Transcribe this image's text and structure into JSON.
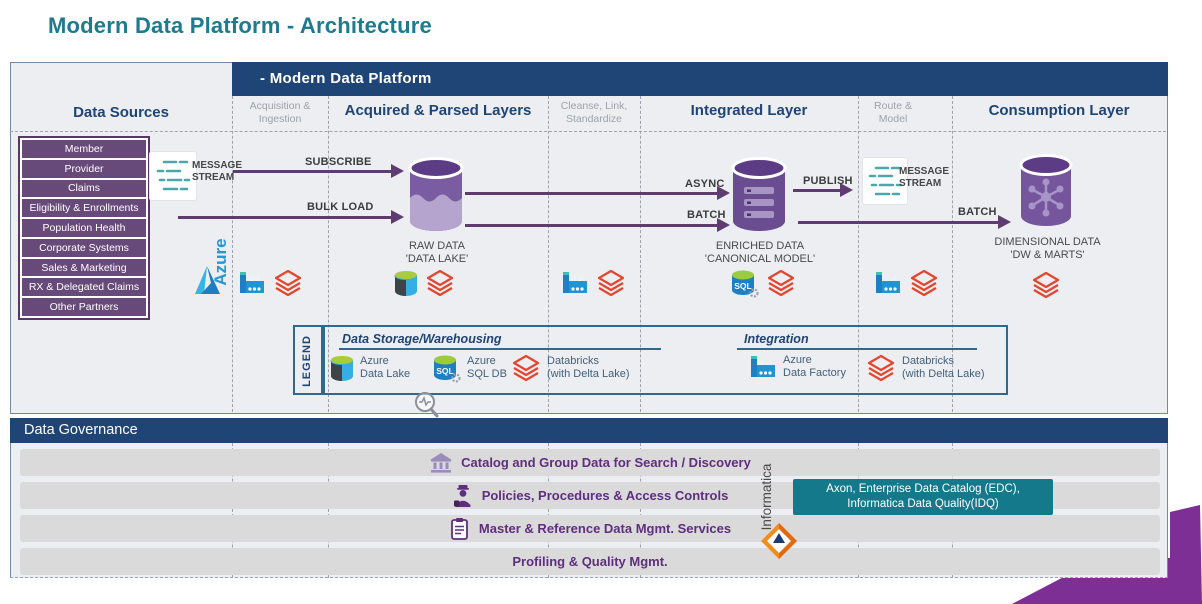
{
  "title": "Modern Data Platform - Architecture",
  "banner": {
    "label": "- Modern Data Platform"
  },
  "columns": [
    {
      "label": "Data Sources"
    },
    {
      "label": "Acquisition & Ingestion"
    },
    {
      "label": "Acquired & Parsed Layers"
    },
    {
      "label": "Cleanse, Link, Standardize"
    },
    {
      "label": "Integrated Layer"
    },
    {
      "label": "Route & Model"
    },
    {
      "label": "Consumption Layer"
    }
  ],
  "data_sources": {
    "items": [
      "Member",
      "Provider",
      "Claims",
      "Eligibility & Enrollments",
      "Population Health",
      "Corporate Systems",
      "Sales & Marketing",
      "RX & Delegated Claims",
      "Other Partners"
    ]
  },
  "azure": {
    "label": "Azure"
  },
  "message_stream": {
    "line1": "MESSAGE",
    "line2": "STREAM"
  },
  "flows": {
    "subscribe": "SUBSCRIBE",
    "bulk_load": "BULK LOAD",
    "async": "ASYNC",
    "batch_in": "BATCH",
    "publish": "PUBLISH",
    "batch_out": "BATCH"
  },
  "stores": [
    {
      "title": "RAW DATA",
      "subtitle": "'DATA LAKE'"
    },
    {
      "title": "ENRICHED DATA",
      "subtitle": "'CANONICAL MODEL'"
    },
    {
      "title": "DIMENSIONAL DATA",
      "subtitle": "'DW & MARTS'"
    }
  ],
  "sql_label": "SQL",
  "legend": {
    "label": "LEGEND",
    "sections": [
      {
        "title": "Data Storage/Warehousing",
        "items": [
          {
            "name": "Azure",
            "sub": "Data Lake",
            "icon": "azure-data-lake-icon"
          },
          {
            "name": "Azure",
            "sub": "SQL DB",
            "icon": "azure-sql-db-icon"
          },
          {
            "name": "Databricks",
            "sub": "(with Delta Lake)",
            "icon": "databricks-icon"
          }
        ]
      },
      {
        "title": "Integration",
        "items": [
          {
            "name": "Azure",
            "sub": "Data Factory",
            "icon": "azure-data-factory-icon"
          },
          {
            "name": "Databricks",
            "sub": "(with Delta Lake)",
            "icon": "databricks-icon"
          }
        ]
      }
    ]
  },
  "governance": {
    "title": "Data Governance",
    "rows": [
      {
        "label": "Catalog and Group Data for Search / Discovery",
        "icon": "bank-icon"
      },
      {
        "label": "Policies, Procedures & Access Controls",
        "icon": "officer-icon"
      },
      {
        "label": "Master & Reference Data Mgmt. Services",
        "icon": "clipboard-icon"
      },
      {
        "label": "Profiling & Quality Mgmt.",
        "icon": "none"
      }
    ],
    "vendor": "Informatica",
    "tools": {
      "line1": "Axon, Enterprise Data Catalog (EDC),",
      "line2": "Informatica Data Quality(IDQ)"
    }
  },
  "icons": {
    "message_stream": "stream-lines-icon",
    "azure_logo": "azure-triangle-icon",
    "magnifier": "pulse-magnifier-icon",
    "informatica_logo": "informatica-diamond-icon"
  },
  "colors": {
    "title_teal": "#1E7A8E",
    "navy": "#1F4476",
    "panel_bg": "#ECEEF1",
    "source_purple": "#67497A",
    "arrow_purple": "#5E3B71",
    "cylinder_purple": "#6A4C90",
    "governance_text_purple": "#5F2E7E",
    "teal_box": "#15798C",
    "databricks_red": "#E4452F",
    "azure_blue": "#2493D1",
    "ribbon_purple": "#7D2F95"
  }
}
